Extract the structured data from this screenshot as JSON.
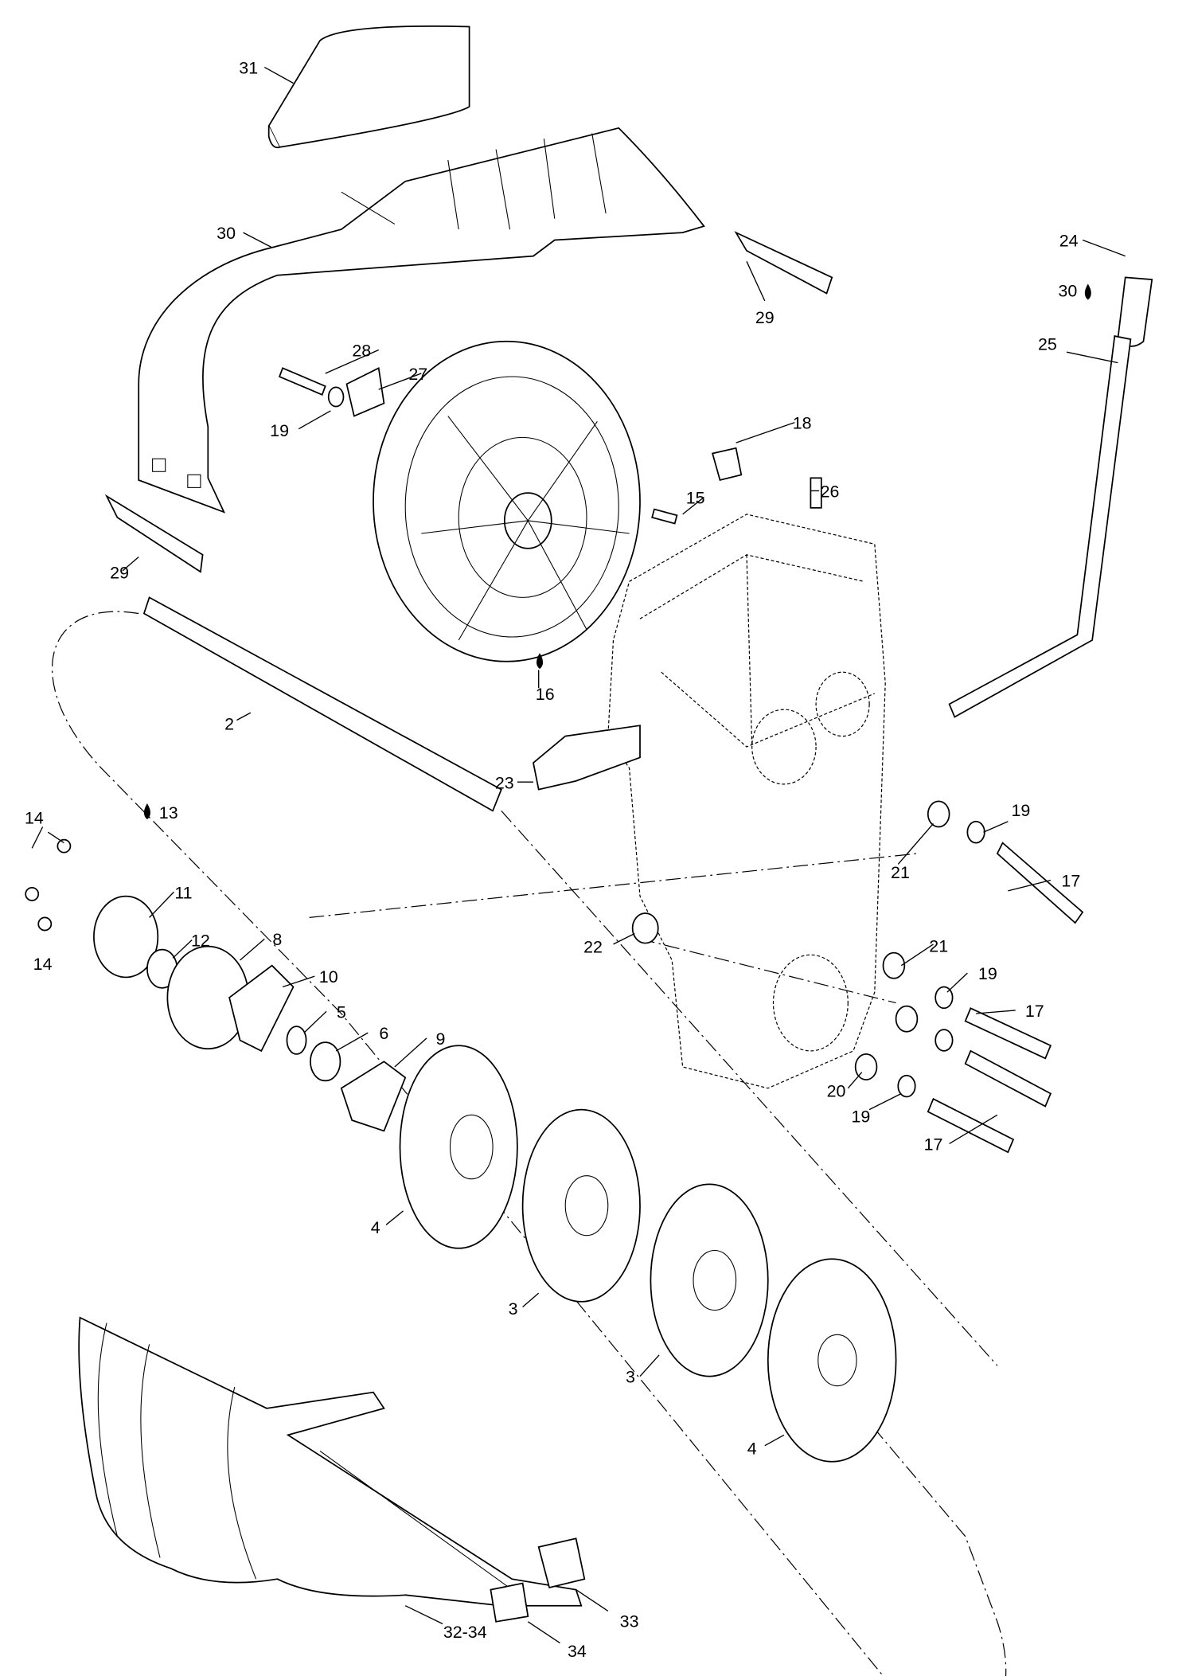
{
  "diagram": {
    "type": "exploded-parts-diagram",
    "callouts": {
      "c31": "31",
      "c30a": "30",
      "c29a": "29",
      "c24": "24",
      "c30b": "30",
      "c25": "25",
      "c28": "28",
      "c27": "27",
      "c19a": "19",
      "c18": "18",
      "c15": "15",
      "c26": "26",
      "c29b": "29",
      "c16": "16",
      "c2": "2",
      "c23": "23",
      "c14a": "14",
      "c13": "13",
      "c11": "11",
      "c12": "12",
      "c8": "8",
      "c14b": "14",
      "c19b": "19",
      "c21a": "21",
      "c17a": "17",
      "c22": "22",
      "c21b": "21",
      "c10": "10",
      "c19c": "19",
      "c5": "5",
      "c17b": "17",
      "c6": "6",
      "c9": "9",
      "c20": "20",
      "c19d": "19",
      "c17c": "17",
      "c4a": "4",
      "c3a": "3",
      "c3b": "3",
      "c4b": "4",
      "c33": "33",
      "c3234": "32-34",
      "c34": "34"
    },
    "icons": [
      "oil-drop-icon"
    ]
  }
}
